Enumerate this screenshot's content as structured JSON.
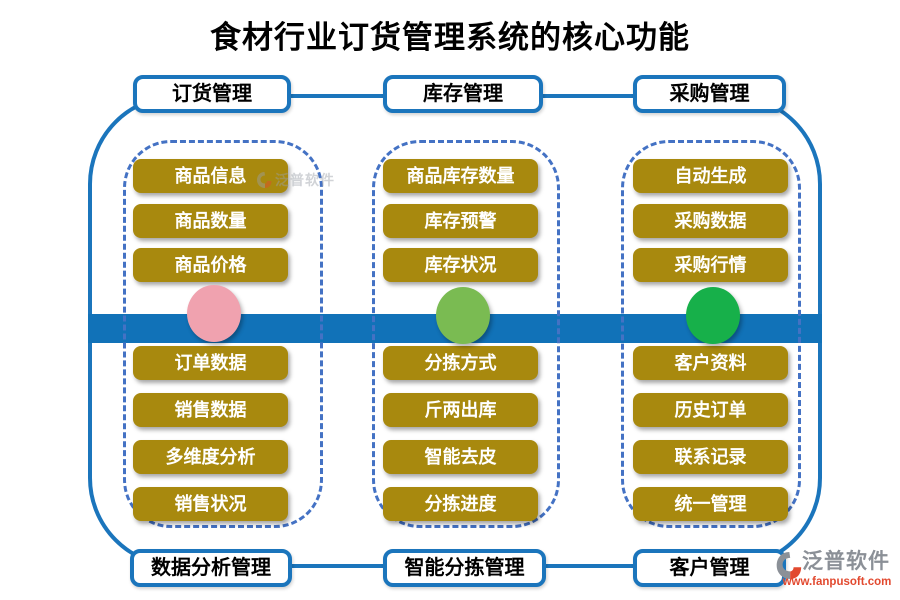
{
  "title": "食材行业订货管理系统的核心功能",
  "colors": {
    "frame_blue": "#1B75BC",
    "bar_blue": "#1172B8",
    "dash_blue": "#4472C4",
    "item_gold": "#A8890E",
    "logo_gray": "#8B9097",
    "logo_red": "#E2492F"
  },
  "columns": [
    {
      "top_header": "订货管理",
      "bottom_header": "数据分析管理",
      "top_items": [
        "商品信息",
        "商品数量",
        "商品价格"
      ],
      "bottom_items": [
        "订单数据",
        "销售数据",
        "多维度分析",
        "销售状况"
      ],
      "circle_color": "#F0A2AF"
    },
    {
      "top_header": "库存管理",
      "bottom_header": "智能分拣管理",
      "top_items": [
        "商品库存数量",
        "库存预警",
        "库存状况"
      ],
      "bottom_items": [
        "分拣方式",
        "斤两出库",
        "智能去皮",
        "分拣进度"
      ],
      "circle_color": "#7ABB52"
    },
    {
      "top_header": "采购管理",
      "bottom_header": "客户管理",
      "top_items": [
        "自动生成",
        "采购数据",
        "采购行情"
      ],
      "bottom_items": [
        "客户资料",
        "历史订单",
        "联系记录",
        "统一管理"
      ],
      "circle_color": "#17B04A"
    }
  ],
  "watermark": {
    "text": "泛普软件"
  },
  "logo": {
    "name": "泛普软件",
    "url": "www.fanpusoft.com"
  }
}
